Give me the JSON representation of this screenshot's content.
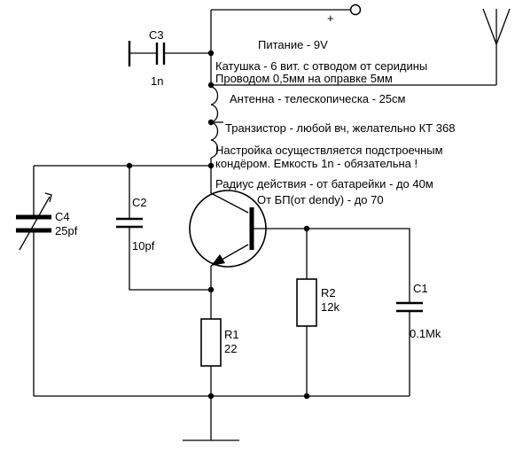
{
  "power": {
    "polarity": "+",
    "note": "Питание - 9V"
  },
  "notes": {
    "coil_1": "Катушка - 6 вит. с отводом от серидины",
    "coil_2": "Проводом 0,5мм на оправке 5мм",
    "antenna": "Антенна - телескопическа - 25см",
    "transistor": "Транзистор - любой вч, желательно КТ 368",
    "tuning_1": "Настройка осуществляется подстроечным",
    "tuning_2": "кондёром. Емкость 1n  -  обязательна !",
    "range_1": "Радиус действия - от батарейки - до 40м",
    "range_2": "От БП(от dendy) - до 70"
  },
  "components": {
    "c3": {
      "name": "C3",
      "value": "1n"
    },
    "c4": {
      "name": "C4",
      "value": "25pf"
    },
    "c2": {
      "name": "C2",
      "value": "10pf"
    },
    "r1": {
      "name": "R1",
      "value": "22"
    },
    "r2": {
      "name": "R2",
      "value": "12k"
    },
    "c1": {
      "name": "C1",
      "value": "0.1Mk"
    }
  }
}
